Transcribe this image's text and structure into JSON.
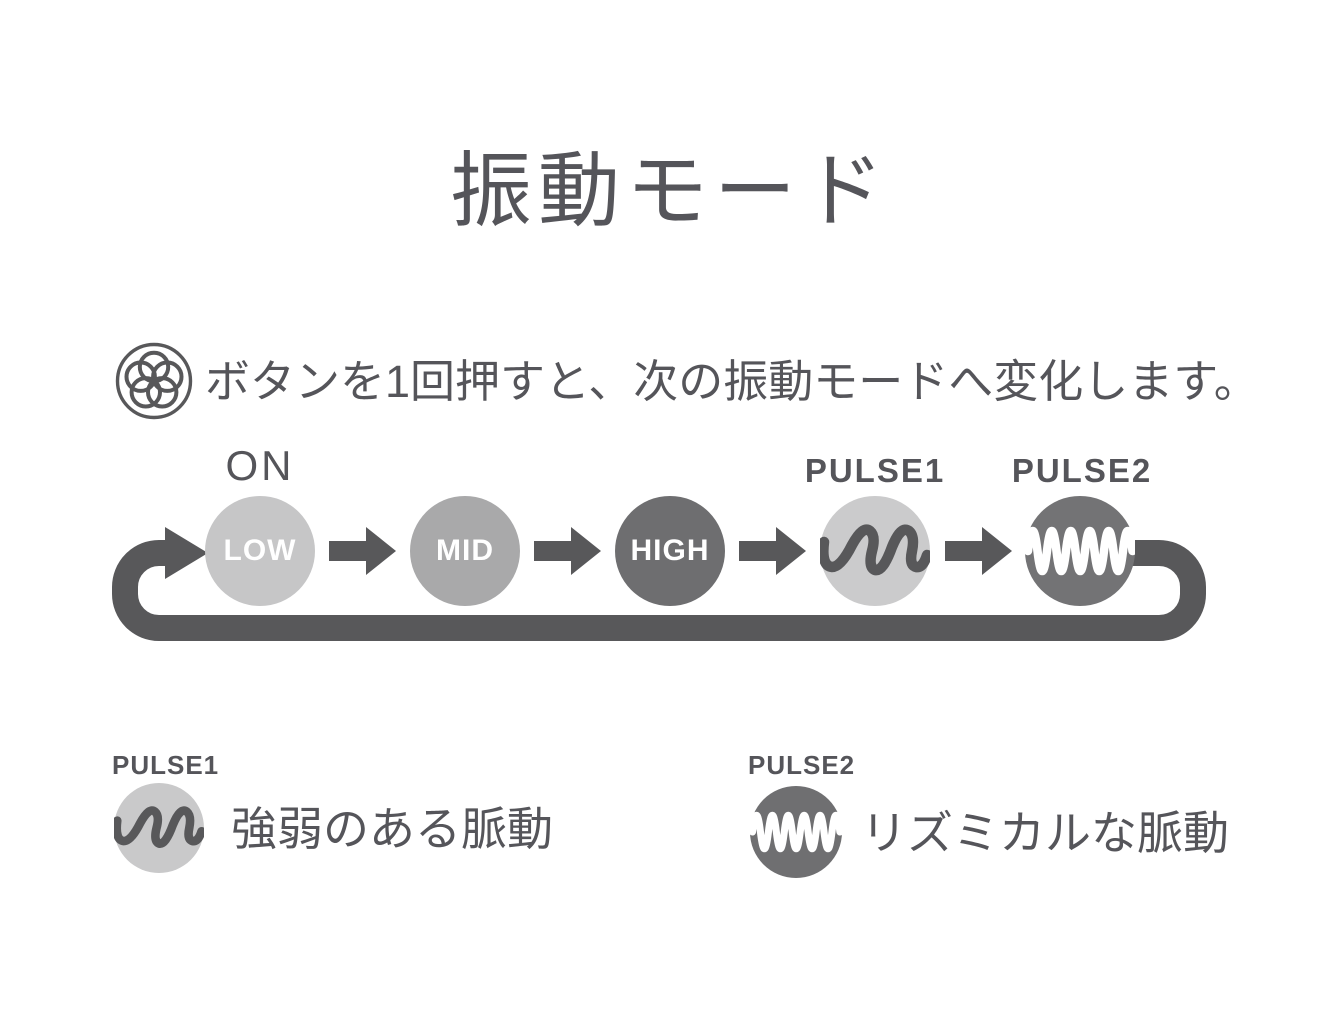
{
  "title": "振動モード",
  "note": {
    "icon": "flower-button-icon",
    "text": "ボタンを1回押すと、次の振動モードへ変化します。"
  },
  "flow": {
    "on_label": "ON",
    "loop": "cycles-back-to-low",
    "modes": [
      {
        "id": "low",
        "label": "LOW",
        "style": "text",
        "fill": "#c6c6c7"
      },
      {
        "id": "mid",
        "label": "MID",
        "style": "text",
        "fill": "#a9a9aa"
      },
      {
        "id": "high",
        "label": "HIGH",
        "style": "text",
        "fill": "#6e6e70"
      },
      {
        "id": "pulse1",
        "label": "PULSE1",
        "style": "wave-slow",
        "fill": "#cbcbcc"
      },
      {
        "id": "pulse2",
        "label": "PULSE2",
        "style": "wave-fast",
        "fill": "#737375"
      }
    ]
  },
  "legend": [
    {
      "label": "PULSE1",
      "icon": "pulse1-wave-icon",
      "description": "強弱のある脈動"
    },
    {
      "label": "PULSE2",
      "icon": "pulse2-wave-icon",
      "description": "リズミカルな脈動"
    }
  ],
  "colors": {
    "background": "#ffffff",
    "text": "#55555a",
    "shapes": "#58585a",
    "circle_text": "#ffffff",
    "wave_dark": "#58585a",
    "wave_light": "#ffffff"
  }
}
